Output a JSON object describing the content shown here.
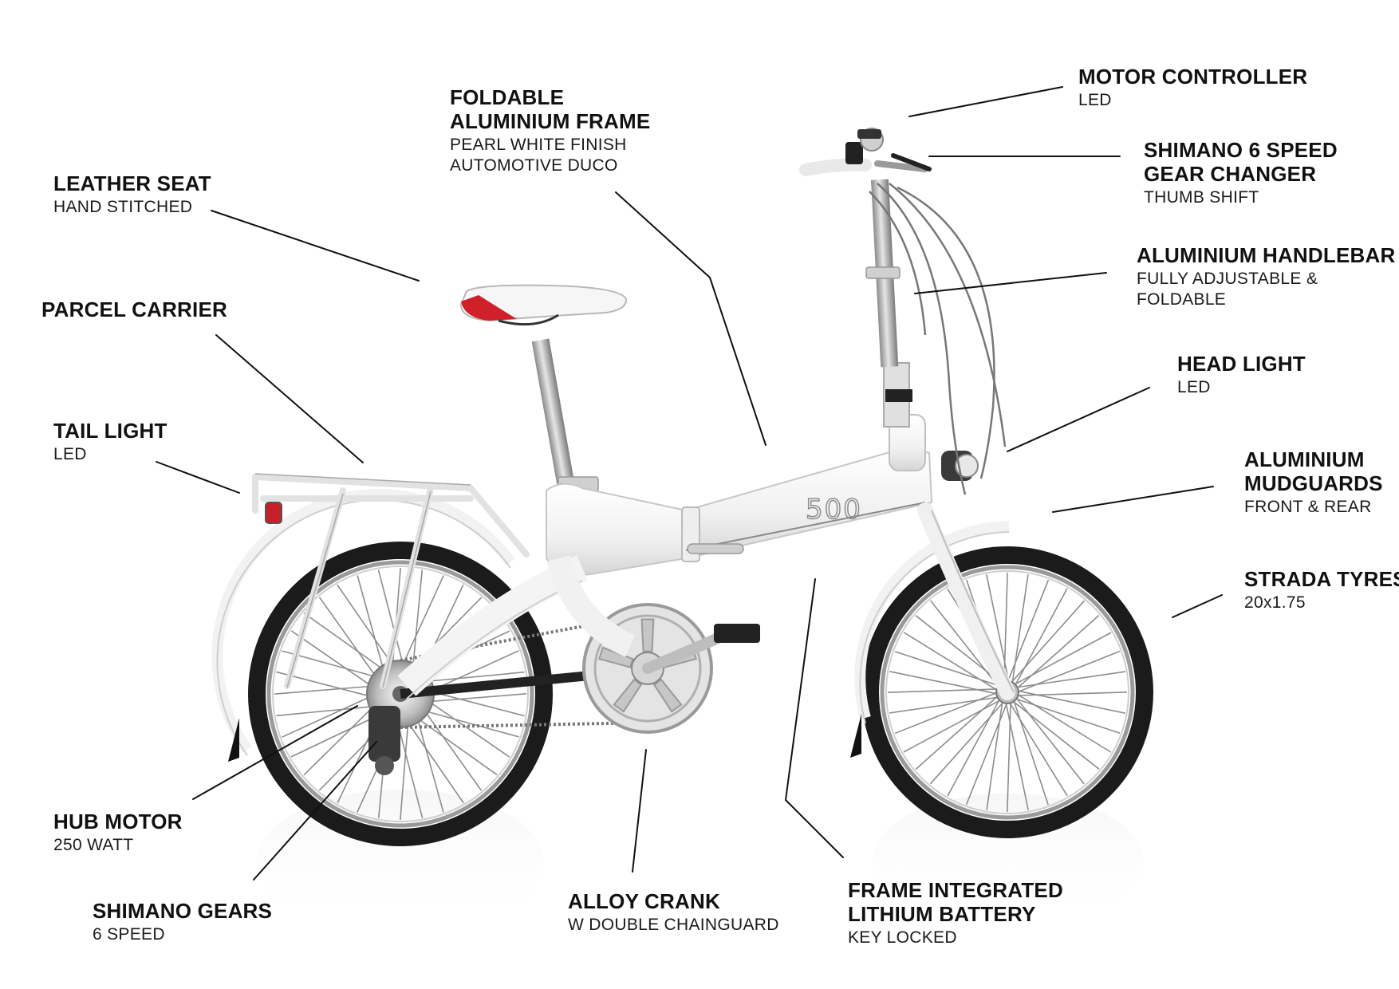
{
  "labels": {
    "motor_controller": {
      "title": [
        "MOTOR CONTROLLER"
      ],
      "sub": [
        "LED"
      ]
    },
    "foldable_frame": {
      "title": [
        "FOLDABLE",
        "ALUMINIUM FRAME"
      ],
      "sub": [
        "PEARL WHITE FINISH",
        "AUTOMOTIVE DUCO"
      ]
    },
    "leather_seat": {
      "title": [
        "LEATHER SEAT"
      ],
      "sub": [
        "HAND STITCHED"
      ]
    },
    "gear_changer": {
      "title": [
        "SHIMANO 6 SPEED",
        "GEAR CHANGER"
      ],
      "sub": [
        "THUMB SHIFT"
      ]
    },
    "parcel_carrier": {
      "title": [
        "PARCEL CARRIER"
      ],
      "sub": []
    },
    "handlebar": {
      "title": [
        "ALUMINIUM HANDLEBAR"
      ],
      "sub": [
        "FULLY ADJUSTABLE &",
        "FOLDABLE"
      ]
    },
    "head_light": {
      "title": [
        "HEAD LIGHT"
      ],
      "sub": [
        "LED"
      ]
    },
    "tail_light": {
      "title": [
        "TAIL LIGHT"
      ],
      "sub": [
        "LED"
      ]
    },
    "mudguards": {
      "title": [
        "ALUMINIUM",
        "MUDGUARDS"
      ],
      "sub": [
        "FRONT & REAR"
      ]
    },
    "tyres": {
      "title": [
        "STRADA TYRES"
      ],
      "sub": [
        "20x1.75"
      ]
    },
    "hub_motor": {
      "title": [
        "HUB MOTOR"
      ],
      "sub": [
        "250 WATT"
      ]
    },
    "shimano_gears": {
      "title": [
        "SHIMANO GEARS"
      ],
      "sub": [
        "6 SPEED"
      ]
    },
    "alloy_crank": {
      "title": [
        "ALLOY CRANK"
      ],
      "sub": [
        "W DOUBLE CHAINGUARD"
      ]
    },
    "battery": {
      "title": [
        "FRAME INTEGRATED",
        "LITHIUM BATTERY"
      ],
      "sub": [
        "KEY LOCKED"
      ]
    }
  },
  "frame_logo": "500",
  "colors": {
    "frame": "#f4f4f4",
    "seat_accent": "#d0202a",
    "tyre": "#1b1b1b",
    "line": "#111111"
  }
}
